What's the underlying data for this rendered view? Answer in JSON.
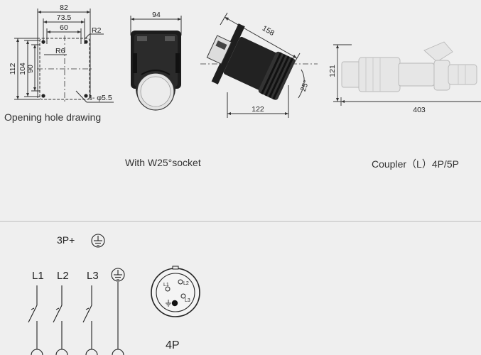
{
  "hole_drawing": {
    "caption": "Opening hole drawing",
    "dims": {
      "w82": "82",
      "w735": "73.5",
      "w60": "60",
      "h112": "112",
      "h104": "104",
      "h90": "90",
      "r2": "R2",
      "r6": "R6",
      "holes": "4- φ5.5"
    }
  },
  "front_view": {
    "width": "94"
  },
  "side_view": {
    "length": "158",
    "depth": "122",
    "angle": "25°"
  },
  "socket_caption": "With W25°socket",
  "coupler": {
    "height": "121",
    "length": "403",
    "caption": "Coupler（L）4P/5P"
  },
  "wiring": {
    "title": "3P+",
    "labels": [
      "L1",
      "L2",
      "L3"
    ],
    "pin_labels": [
      "L1",
      "L2",
      "L3"
    ],
    "face_caption": "4P"
  },
  "colors": {
    "background": "#efefef",
    "line": "#333333",
    "divider": "#bdbdbd"
  }
}
